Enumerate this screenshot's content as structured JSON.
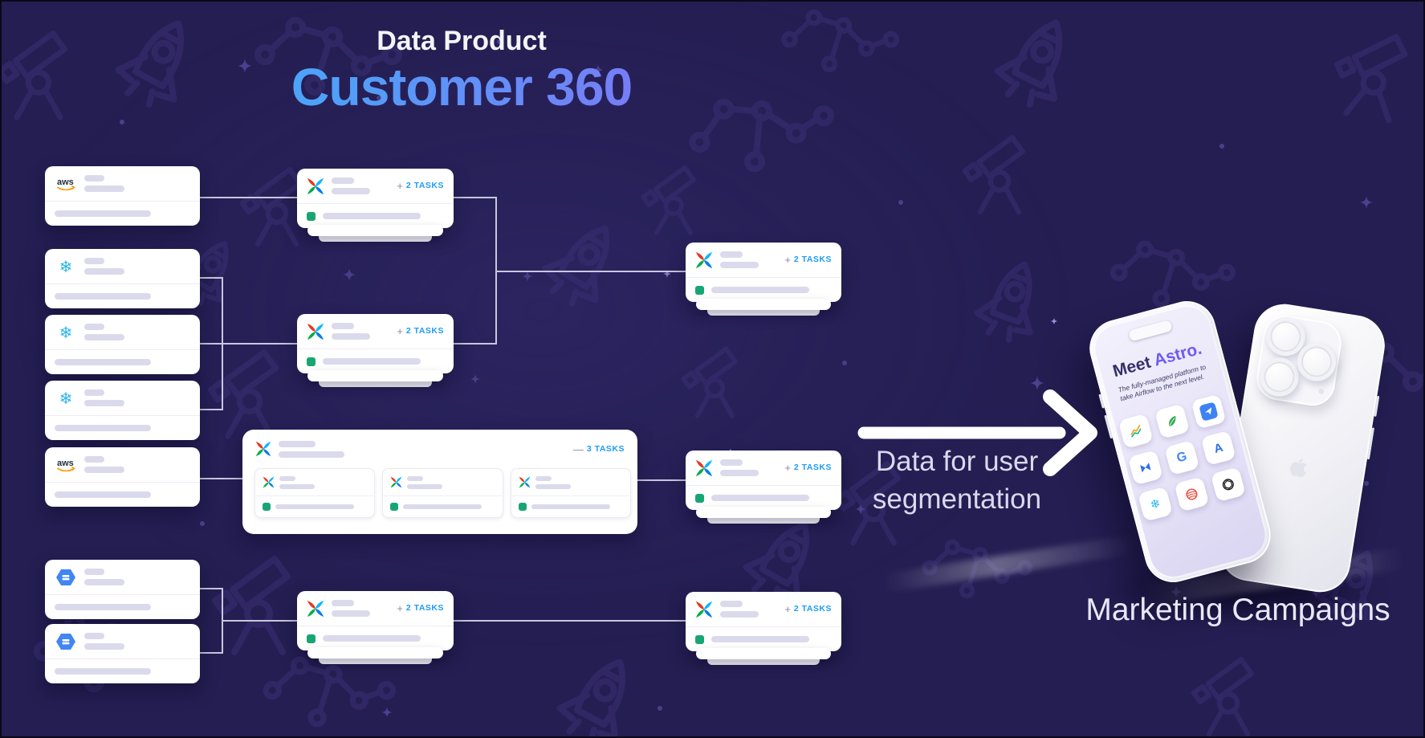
{
  "header": {
    "eyebrow": "Data Product",
    "title": "Customer 360"
  },
  "pipeline": {
    "source_cards": [
      {
        "icon": "aws-icon"
      },
      {
        "icon": "snowflake-icon"
      },
      {
        "icon": "snowflake-icon"
      },
      {
        "icon": "snowflake-icon"
      },
      {
        "icon": "aws-icon"
      },
      {
        "icon": "google-cloud-hexagon-icon"
      },
      {
        "icon": "google-cloud-hexagon-icon"
      }
    ],
    "task_cards": {
      "a": {
        "badge_prefix": "+",
        "badge_label": "2 TASKS"
      },
      "b": {
        "badge_prefix": "+",
        "badge_label": "2 TASKS"
      },
      "c": {
        "badge_prefix": "+",
        "badge_label": "2 TASKS"
      },
      "r1": {
        "badge_prefix": "+",
        "badge_label": "2 TASKS"
      },
      "r2": {
        "badge_prefix": "+",
        "badge_label": "2 TASKS"
      },
      "r3": {
        "badge_prefix": "+",
        "badge_label": "2 TASKS"
      },
      "group": {
        "badge_prefix": "—",
        "badge_label": "3 TASKS",
        "subtask_count": 3
      }
    }
  },
  "annotation": {
    "line1": "Data for user",
    "line2": "segmentation"
  },
  "output": {
    "label": "Marketing Campaigns"
  },
  "phone": {
    "headline_meet": "Meet",
    "headline_brand": "Astro.",
    "subline": "The fully-managed platform to take Airflow to the next level.",
    "app_icons": [
      "chart",
      "leaf",
      "send",
      "bowtie",
      "google",
      "astronomer",
      "snowflake",
      "redpanda",
      "openai"
    ]
  },
  "colors": {
    "background": "#241E52",
    "pattern_purple": "#3A2E72",
    "card": "#FFFFFF",
    "badge_blue": "#1E9CF5",
    "status_green": "#17A673",
    "accent_gradient_start": "#4AA5F8",
    "accent_gradient_end": "#7A7AF7",
    "snowflake_cyan": "#29B5E8",
    "aws_orange": "#FF9900",
    "gcp_blue": "#4285F4"
  }
}
